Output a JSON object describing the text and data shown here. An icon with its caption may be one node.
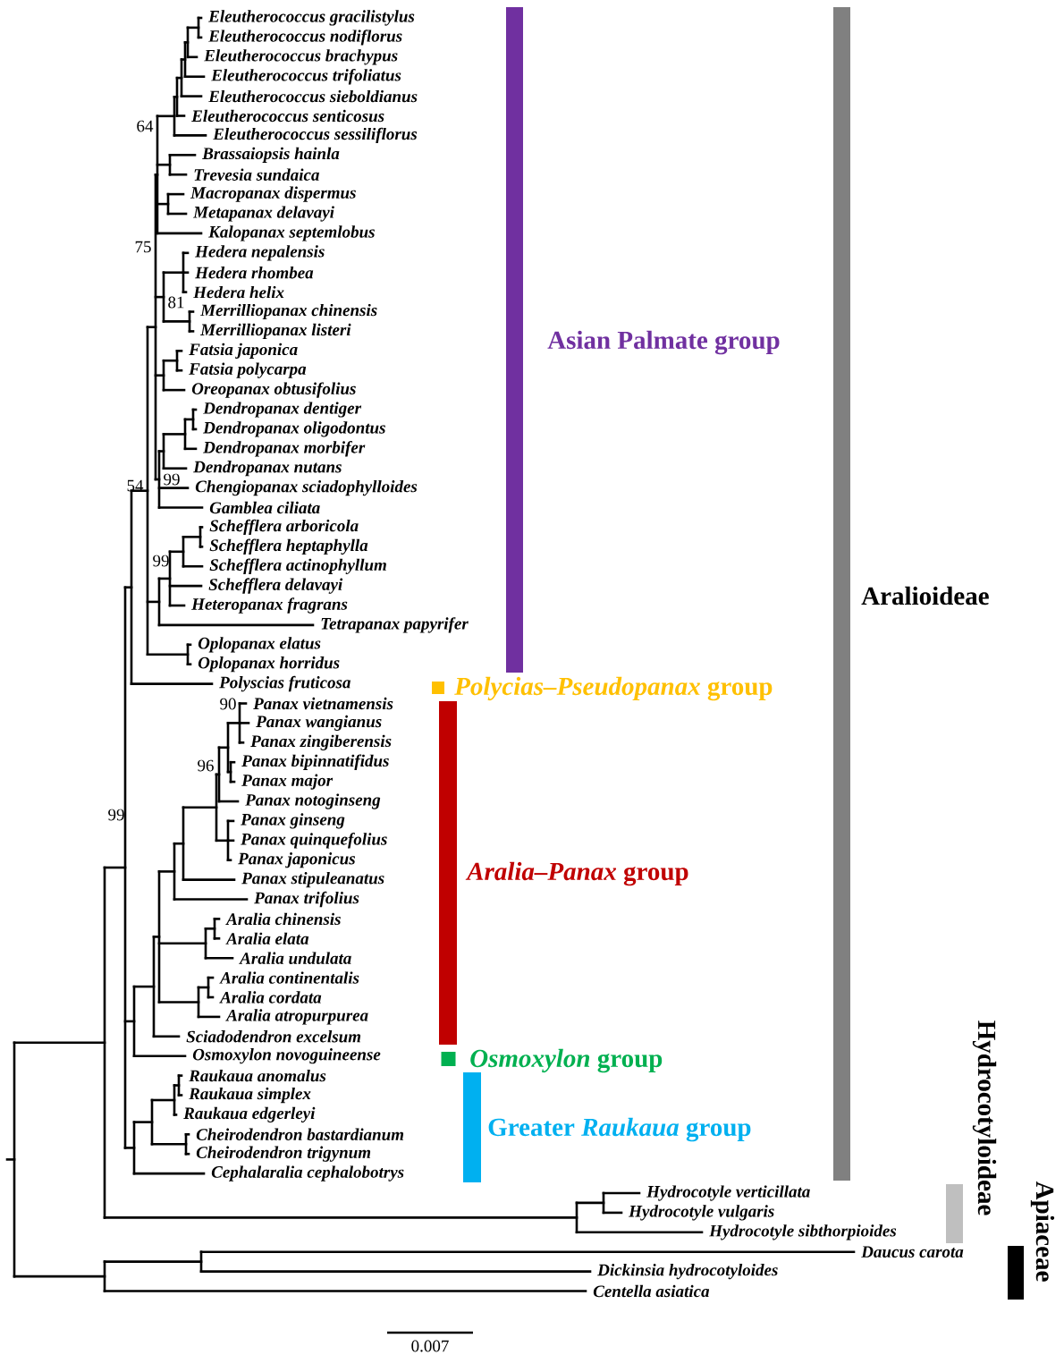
{
  "diagram": {
    "labels": [
      "Eleutherococcus gracilistylus",
      "Eleutherococcus nodiflorus",
      "Eleutherococcus brachypus",
      "Eleutherococcus trifoliatus",
      "Eleutherococcus sieboldianus",
      "Eleutherococcus senticosus",
      "Eleutherococcus sessiliflorus",
      "Brassaiopsis hainla",
      "Trevesia sundaica",
      "Macropanax dispermus",
      "Metapanax delavayi",
      "Kalopanax septemlobus",
      "Hedera nepalensis",
      "Hedera rhombea",
      "Hedera helix",
      "Merrilliopanax chinensis",
      "Merrilliopanax listeri",
      "Fatsia japonica",
      "Fatsia polycarpa",
      "Oreopanax obtusifolius",
      "Dendropanax dentiger",
      "Dendropanax oligodontus",
      "Dendropanax morbifer",
      "Dendropanax nutans",
      "Chengiopanax sciadophylloides",
      "Gamblea ciliata",
      "Schefflera arboricola",
      "Schefflera heptaphylla",
      "Schefflera actinophyllum",
      "Schefflera delavayi",
      "Heteropanax fragrans",
      "Tetrapanax papyrifer",
      "Oplopanax elatus",
      "Oplopanax horridus",
      "Polyscias fruticosa",
      "Panax vietnamensis",
      "Panax wangianus",
      "Panax zingiberensis",
      "Panax bipinnatifidus",
      "Panax major",
      "Panax notoginseng",
      "Panax ginseng",
      "Panax quinquefolius",
      "Panax japonicus",
      "Panax stipuleanatus",
      "Panax trifolius",
      "Aralia chinensis",
      "Aralia elata",
      "Aralia undulata",
      "Aralia continentalis",
      "Aralia cordata",
      "Aralia atropurpurea",
      "Sciadodendron excelsum",
      "Osmoxylon novoguineense",
      "Raukaua anomalus",
      "Raukaua simplex",
      "Raukaua edgerleyi",
      "Cheirodendron bastardianum",
      "Cheirodendron trigynum",
      "Cephalaralia cephalobotrys",
      "Hydrocotyle verticillata",
      "Hydrocotyle vulgaris",
      "Hydrocotyle sibthorpioides",
      "Daucus carota",
      "Dickinsia hydrocotyloides",
      "Centella asiatica",
      "64",
      "75",
      "81",
      "99",
      "54",
      "99",
      "90",
      "96",
      "99",
      "0.007"
    ],
    "nodes": [
      {
        "text": [],
        "shape": "bar",
        "beside": [
          "Asian Palmate group"
        ]
      },
      {
        "text": [],
        "shape": "bar",
        "beside": [
          "Aralioideae"
        ]
      },
      {
        "text": [],
        "shape": "box",
        "beside": [
          "*Polycias–Pseudopanax* group"
        ]
      },
      {
        "text": [],
        "shape": "bar",
        "beside": [
          "*Aralia–Panax* group"
        ]
      },
      {
        "text": [],
        "shape": "box",
        "beside": [
          "*Osmoxylon* group"
        ]
      },
      {
        "text": [],
        "shape": "bar",
        "beside": [
          "Greater *Raukaua* group"
        ]
      },
      {
        "text": [],
        "shape": "bar",
        "beside": [
          "Hydrocotyloideae"
        ]
      },
      {
        "text": [],
        "shape": "bar",
        "beside": [
          "Apiaceae"
        ]
      }
    ]
  }
}
